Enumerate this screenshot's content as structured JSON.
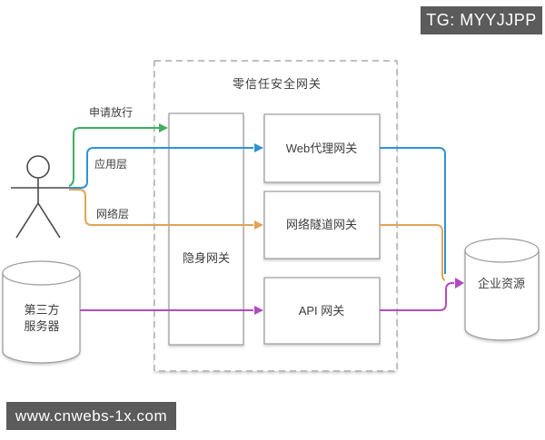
{
  "badge": {
    "text": "TG: MYYJJPP"
  },
  "watermark": {
    "text": "www.cnwebs-1x.com"
  },
  "colors": {
    "green": "#3fae60",
    "blue": "#2e93d5",
    "orange": "#e1a455",
    "purple": "#b14cc0",
    "box_border": "#9a9a9a",
    "dashed_border": "#ababab",
    "figure_stroke": "#4a4a4a",
    "overlay_bg": "#5b5b5b",
    "overlay_text": "#ffffff"
  },
  "diagram": {
    "title": "零信任安全网关",
    "nodes": {
      "stealth_gateway": "隐身网关",
      "web_proxy_gateway": "Web代理网关",
      "network_tunnel_gateway": "网络隧道网关",
      "api_gateway": "API 网关",
      "third_party_server_line1": "第三方",
      "third_party_server_line2": "服务器",
      "enterprise_resources": "企业资源"
    },
    "edge_labels": {
      "apply_release": "申请放行",
      "application_layer": "应用层",
      "network_layer": "网络层"
    }
  }
}
